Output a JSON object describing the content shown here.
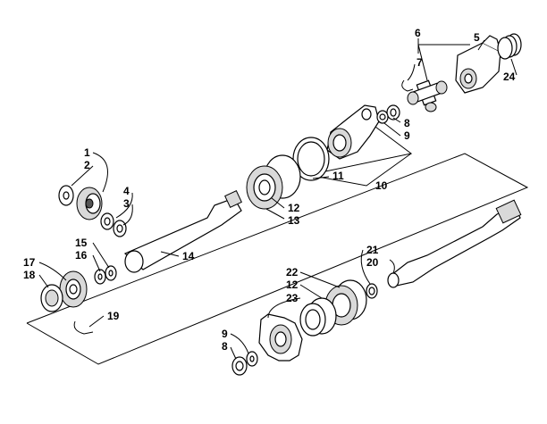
{
  "callouts": [
    {
      "id": "c1",
      "text": "1"
    },
    {
      "id": "c2",
      "text": "2"
    },
    {
      "id": "c3",
      "text": "3"
    },
    {
      "id": "c4",
      "text": "4"
    },
    {
      "id": "c5",
      "text": "5"
    },
    {
      "id": "c6",
      "text": "6"
    },
    {
      "id": "c7",
      "text": "7"
    },
    {
      "id": "c8a",
      "text": "8"
    },
    {
      "id": "c9a",
      "text": "9"
    },
    {
      "id": "c10",
      "text": "10"
    },
    {
      "id": "c11",
      "text": "11"
    },
    {
      "id": "c12a",
      "text": "12"
    },
    {
      "id": "c13",
      "text": "13"
    },
    {
      "id": "c14",
      "text": "14"
    },
    {
      "id": "c15",
      "text": "15"
    },
    {
      "id": "c16",
      "text": "16"
    },
    {
      "id": "c17",
      "text": "17"
    },
    {
      "id": "c18",
      "text": "18"
    },
    {
      "id": "c19",
      "text": "19"
    },
    {
      "id": "c20",
      "text": "20"
    },
    {
      "id": "c21",
      "text": "21"
    },
    {
      "id": "c22",
      "text": "22"
    },
    {
      "id": "c12b",
      "text": "12"
    },
    {
      "id": "c23",
      "text": "23"
    },
    {
      "id": "c24",
      "text": "24"
    },
    {
      "id": "c9b",
      "text": "9"
    },
    {
      "id": "c8b",
      "text": "8"
    }
  ]
}
